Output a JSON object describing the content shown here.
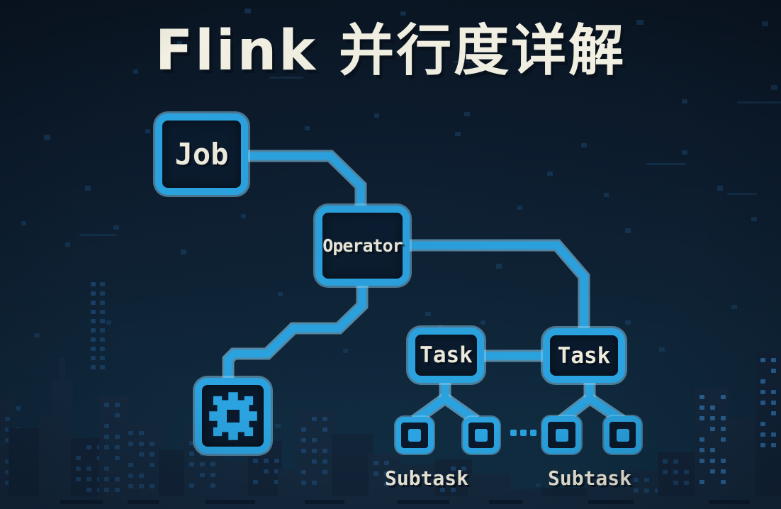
{
  "title": "Flink 并行度详解",
  "diagram": {
    "job_label": "Job",
    "operator_label": "Operator",
    "task_left_label": "Task",
    "task_right_label": "Task",
    "subtask_left_label": "Subtask",
    "subtask_right_label": "Subtask",
    "gear_icon": "gear",
    "ellipsis_icon": "..."
  },
  "colors": {
    "accent": "#2aa3e0",
    "accent_light": "#85cdf0",
    "node_fill": "#0a1a2c",
    "text": "#efecdc",
    "background_top": "#0a1522",
    "background_bottom": "#113046"
  }
}
